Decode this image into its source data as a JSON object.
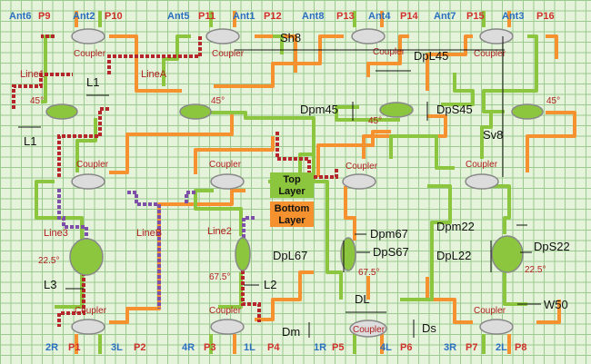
{
  "antennas": [
    "Ant6",
    "Ant2",
    "Ant5",
    "Ant1",
    "Ant8",
    "Ant4",
    "Ant7",
    "Ant3"
  ],
  "top_ports": [
    "P9",
    "P10",
    "P11",
    "P12",
    "P13",
    "P14",
    "P15",
    "P16"
  ],
  "bottom_ports": [
    "P1",
    "P2",
    "P3",
    "P4",
    "P5",
    "P6",
    "P7",
    "P8"
  ],
  "beams": [
    "2R",
    "3L",
    "4R",
    "1L",
    "1R",
    "4L",
    "3R",
    "2L"
  ],
  "coupler_label": "Coupler",
  "line_labels": [
    "Line1",
    "LineA",
    "Line3",
    "LineB",
    "Line2"
  ],
  "angles": {
    "a45": "45°",
    "a22": "22.5°",
    "a67": "67.5°"
  },
  "legend": {
    "top": [
      "Top",
      "Layer"
    ],
    "bottom": [
      "Bottom",
      "Layer"
    ]
  },
  "dims": {
    "L1": "L1",
    "L2": "L2",
    "L3": "L3",
    "Sh8": "Sh8",
    "Sv8": "Sv8",
    "DpL45": "DpL45",
    "Dpm45": "Dpm45",
    "DpS45": "DpS45",
    "Dpm67": "Dpm67",
    "DpL67": "DpL67",
    "DpS67": "DpS67",
    "Dpm22": "Dpm22",
    "DpL22": "DpL22",
    "DpS22": "DpS22",
    "DL": "DL",
    "Dm": "Dm",
    "Ds": "Ds",
    "W50": "W50"
  },
  "colors": {
    "top_layer": "#8cc63f",
    "bottom_layer": "#f5922f",
    "line_path": "#b5262a",
    "line_path2": "#7d4fa8",
    "grid": "#9cc990",
    "background": "#e4f3d9"
  }
}
